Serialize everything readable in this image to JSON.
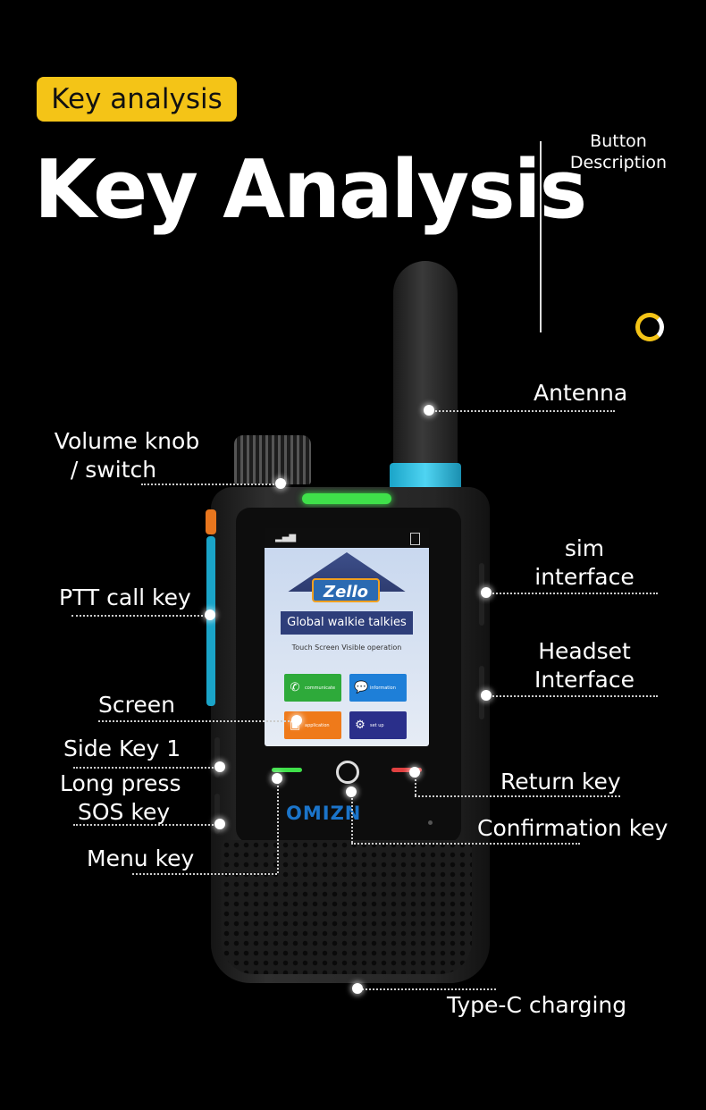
{
  "header": {
    "tag": "Key analysis",
    "title": "Key Analysis",
    "description": "Button Description"
  },
  "labels": {
    "antenna": "Antenna",
    "volume_line1": "Volume knob",
    "volume_line2": "/ switch",
    "sim_line1": "sim",
    "sim_line2": "interface",
    "ptt": "PTT call key",
    "headset_line1": "Headset",
    "headset_line2": "Interface",
    "screen": "Screen",
    "side_key": "Side Key 1",
    "sos_line1": "Long press",
    "sos_line2": "SOS key",
    "return": "Return key",
    "confirmation": "Confirmation key",
    "menu": "Menu key",
    "typec": "Type-C charging"
  },
  "screen": {
    "app_logo": "Zello",
    "banner": "Global walkie talkies",
    "subtitle": "Touch Screen Visible operation",
    "tiles": [
      {
        "label": "communicate",
        "icon": "phone-icon",
        "color": "#2eaa3a"
      },
      {
        "label": "information",
        "icon": "chat-icon",
        "color": "#1e7fd8"
      },
      {
        "label": "application",
        "icon": "app-icon",
        "color": "#ef7a1a"
      },
      {
        "label": "set up",
        "icon": "gear-icon",
        "color": "#2a2f8a"
      }
    ]
  },
  "device": {
    "brand": "OMIZN"
  },
  "colors": {
    "accent_yellow": "#f4c417",
    "antenna_ring": "#1aa4c8",
    "led_green": "#3fe04a"
  }
}
